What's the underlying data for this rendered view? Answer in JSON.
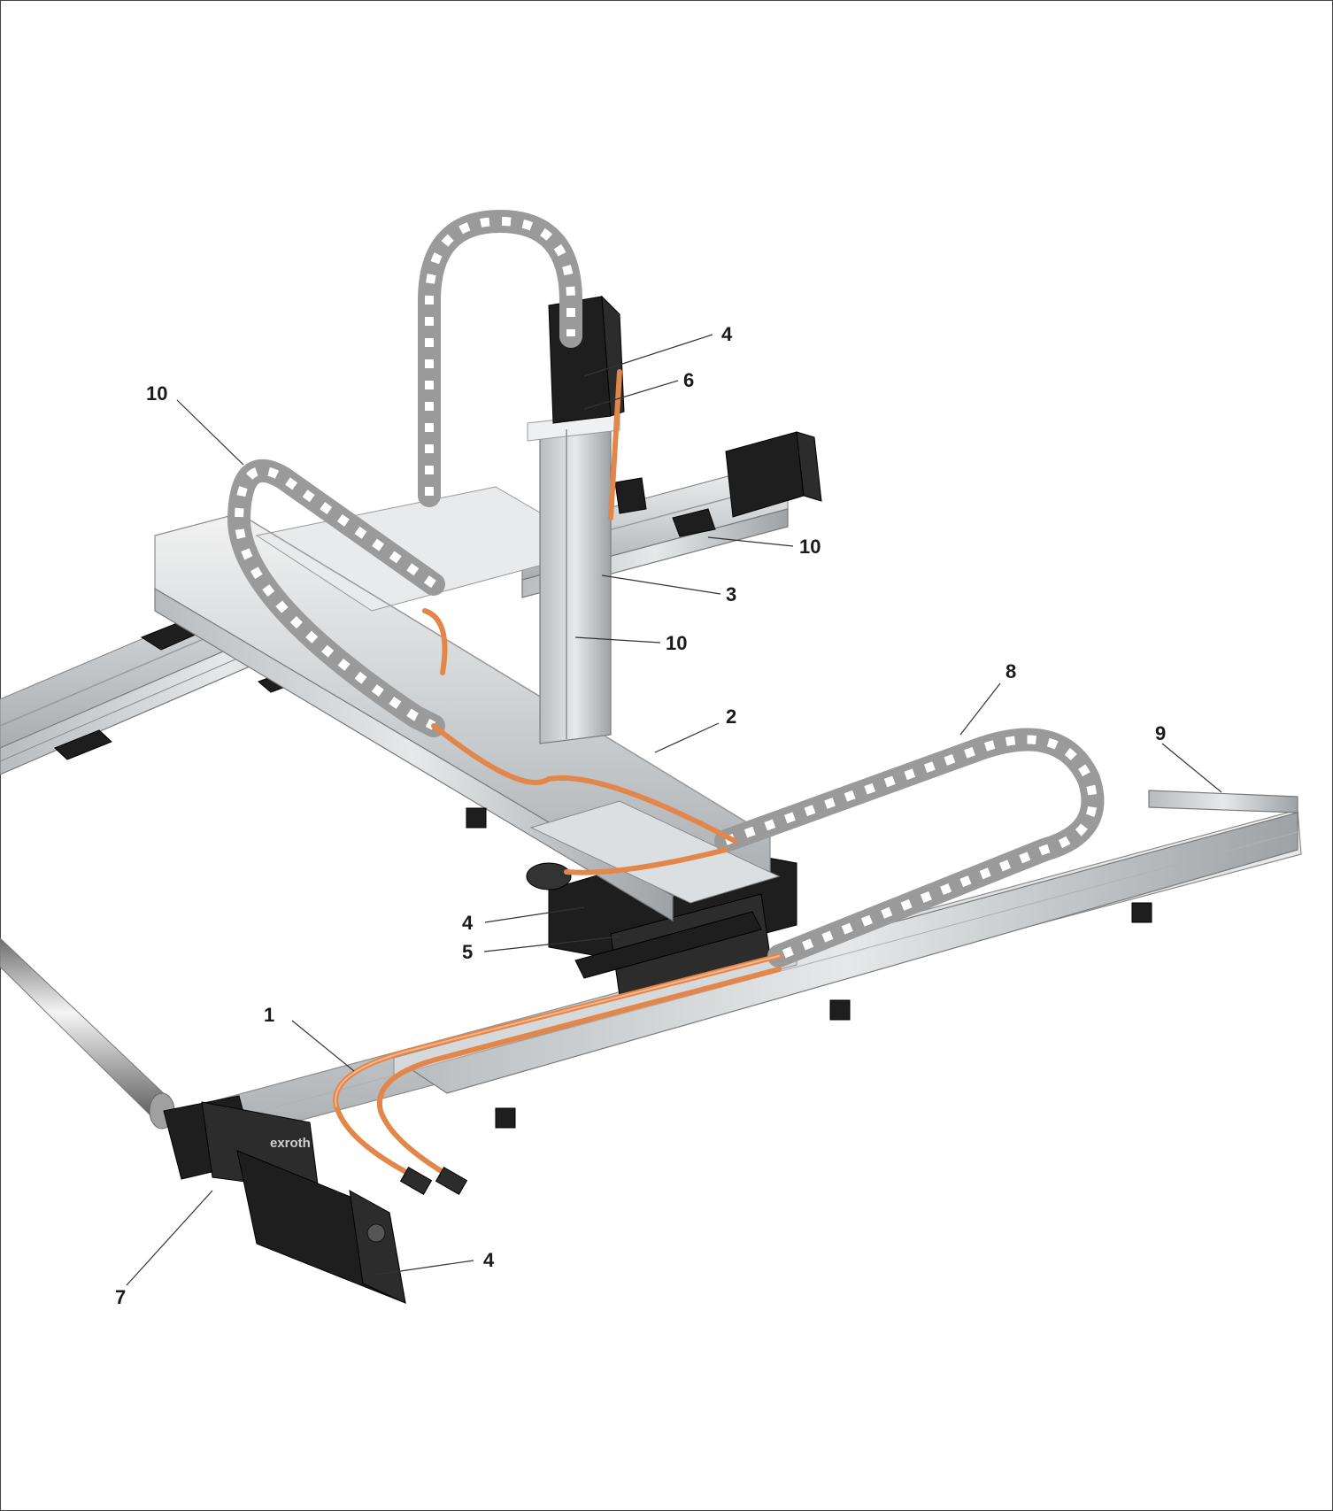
{
  "diagram": {
    "callouts": [
      "10",
      "4",
      "6",
      "10",
      "3",
      "10",
      "8",
      "2",
      "9",
      "4",
      "5",
      "1",
      "7",
      "4"
    ],
    "brand_marking": "exroth"
  }
}
